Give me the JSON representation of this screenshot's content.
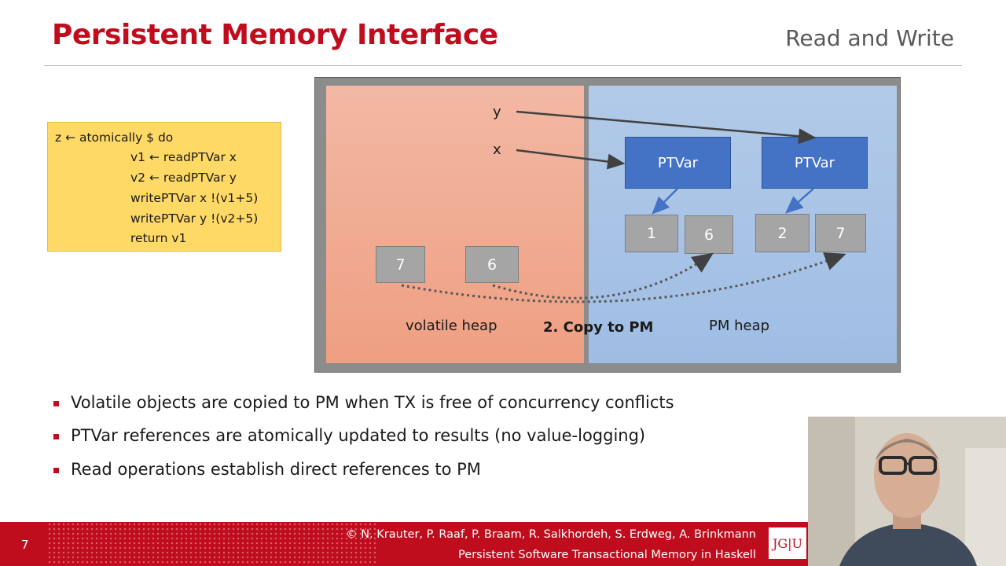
{
  "slide": {
    "title": "Persistent Memory Interface",
    "subtitle": "Read and Write",
    "page_number": "7"
  },
  "code": {
    "lines": [
      "z ← atomically $ do",
      "v1 ← readPTVar x",
      "v2 ← readPTVar y",
      "writePTVar x !(v1+5)",
      "writePTVar y !(v2+5)",
      "return v1"
    ]
  },
  "diagram": {
    "var_y": "y",
    "var_x": "x",
    "ptvar_left": "PTVar",
    "ptvar_right": "PTVar",
    "pm_cells": [
      "1",
      "6",
      "2",
      "7"
    ],
    "volatile_cells": [
      "7",
      "6"
    ],
    "volatile_label": "volatile heap",
    "pm_label": "PM heap",
    "step_label": "2. Copy to PM"
  },
  "bullets": [
    "Volatile objects are copied to PM when TX is free of concurrency conflicts",
    "PTVar references are atomically updated to results (no value-logging)",
    "Read operations establish direct references to PM"
  ],
  "footer": {
    "credit": "© N. Krauter, P. Raaf, P. Braam, R. Salkhordeh, S. Erdweg,  A. Brinkmann",
    "paper": "Persistent Software Transactional Memory in Haskell",
    "logo": "JG|U"
  },
  "colors": {
    "accent": "#c00d1e",
    "ptvar_blue": "#4472c4",
    "volatile_region": "#f0a98f",
    "pm_region": "#a9c5e8",
    "code_box": "#ffd966"
  }
}
